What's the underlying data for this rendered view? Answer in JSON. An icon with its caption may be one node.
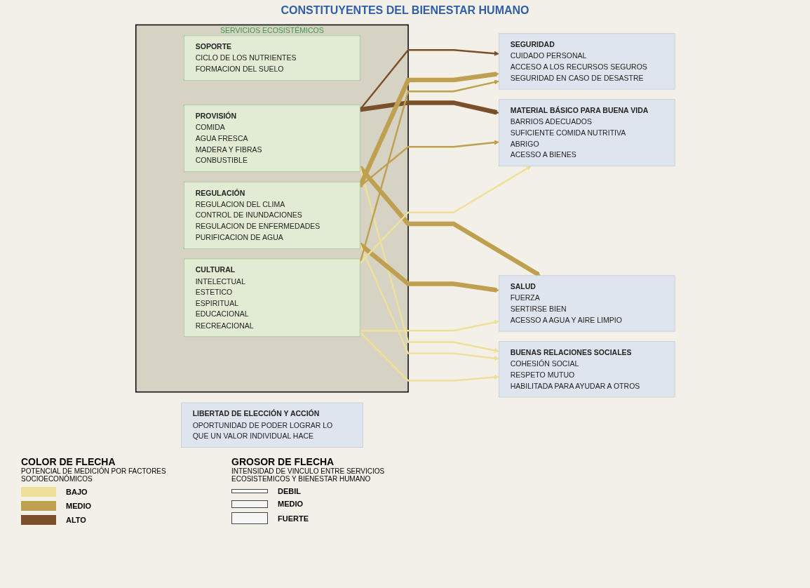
{
  "diagram": {
    "title": "CONSTITUYENTES DEL BIENESTAR HUMANO",
    "nodes": [
      {
        "text": [
          "SERVICIOS ECOSISTÉMICOS"
        ]
      },
      {
        "text": [
          "SOPORTE",
          "CICLO DE LOS NUTRIENTES",
          "FORMACION DEL SUELO"
        ],
        "in": 0
      },
      {
        "text": [
          "PROVISIÓN",
          "COMIDA",
          "AGUA FRESCA",
          "MADERA Y FIBRAS",
          "CONBUSTIBLE"
        ],
        "in": 0
      },
      {
        "text": [
          "REGULACIÓN",
          "REGULACION DEL CLIMA",
          "CONTROL DE INUNDACIONES",
          "REGULACION DE ENFERMEDADES",
          "PURIFICACION DE AGUA"
        ],
        "in": 0
      },
      {
        "text": [
          "CULTURAL",
          "INTELECTUAL",
          "ESTETICO",
          "ESPIRITUAL",
          "EDUCACIONAL",
          "RECREACIONAL"
        ],
        "in": 0
      },
      {
        "text": [
          "SEGURIDAD",
          "CUIDADO PERSONAL",
          "ACCESO A LOS RECURSOS SEGUROS",
          "SEGURIDAD EN CASO DE DESASTRE"
        ]
      },
      {
        "text": [
          "MATERIAL BÁSICO PARA BUENA VIDA",
          "BARRIOS ADECUADOS",
          "SUFICIENTE COMIDA NUTRITIVA",
          "ABRIGO",
          "ACESSO A BIENES"
        ]
      },
      {
        "text": [
          "SALUD",
          "FUERZA",
          "SERTIRSE BIEN",
          "ACESSO A AGUA Y AIRE LIMPIO"
        ]
      },
      {
        "text": [
          "BUENAS RELACIONES SOCIALES",
          "COHESIÓN SOCIAL",
          "RESPETO MUTUO",
          "HABILITADA PARA AYUDAR A OTROS"
        ]
      },
      {
        "text": [
          "LIBERTAD DE ELECCIÓN Y ACCIÓN",
          "OPORTUNIDAD DE PODER LOGRAR LO QUE UN VALOR INDIVIDUAL HACE"
        ]
      }
    ],
    "edges": [
      {
        "from": 2,
        "to": 5,
        "arrow": "to",
        "color": "#7a4f2a"
      },
      {
        "from": 2,
        "to": 6,
        "arrow": "to",
        "style": "thick",
        "color": "#7a4f2a"
      },
      {
        "from": 2,
        "to": 7,
        "arrow": "to",
        "style": "thick",
        "color": "#bfa050"
      },
      {
        "from": 2,
        "to": 8,
        "arrow": "to",
        "color": "#eee09a"
      },
      {
        "from": 3,
        "to": 5,
        "arrow": "to",
        "style": "thick",
        "color": "#bfa050"
      },
      {
        "from": 3,
        "to": 6,
        "arrow": "to",
        "color": "#bfa050"
      },
      {
        "from": 3,
        "to": 7,
        "arrow": "to",
        "style": "thick",
        "color": "#bfa050"
      },
      {
        "from": 3,
        "to": 8,
        "arrow": "to",
        "color": "#eee09a"
      },
      {
        "from": 4,
        "to": 5,
        "arrow": "to",
        "color": "#bfa050"
      },
      {
        "from": 4,
        "to": 6,
        "arrow": "to",
        "color": "#eee09a"
      },
      {
        "from": 4,
        "to": 7,
        "arrow": "to",
        "color": "#eee09a"
      },
      {
        "from": 4,
        "to": 8,
        "arrow": "to",
        "color": "#eee09a"
      }
    ],
    "labels": [
      "COLOR DE FLECHA",
      "POTENCIAL DE MEDICIÓN POR FACTORES SOCIOECONÓMICOS",
      "GROSOR DE FLECHA",
      "INTENSIDAD DE VINCULO ENTRE SERVICIOS ECOSISTEMICOS Y BIENESTAR HUMANO"
    ],
    "legend": [
      {
        "text": "BAJO",
        "color": "#eee09a"
      },
      {
        "text": "MEDIO",
        "color": "#bfa050"
      },
      {
        "text": "ALTO",
        "color": "#7a4f2a"
      },
      {
        "text": "DEBIL"
      },
      {
        "text": "MEDIO"
      },
      {
        "text": "FUERTE"
      }
    ]
  }
}
